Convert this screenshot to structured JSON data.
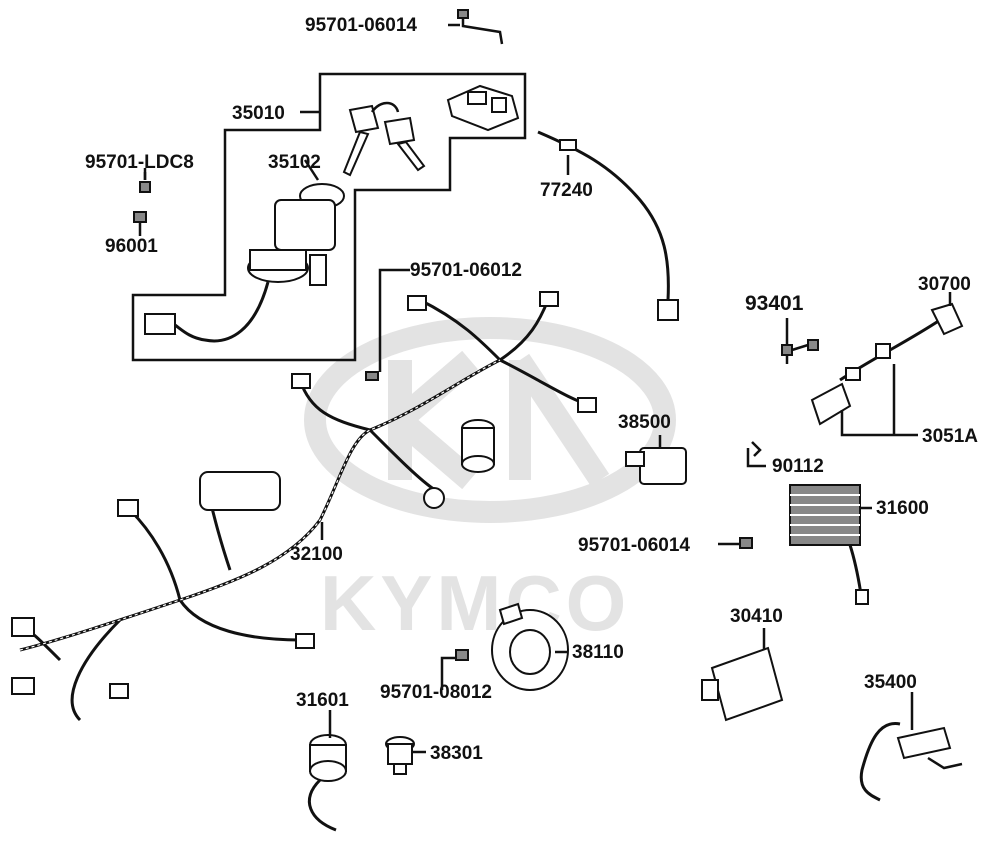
{
  "watermark": {
    "brand": "KYMCO"
  },
  "parts": [
    {
      "id": "p-95701-06014-top",
      "number": "95701-06014"
    },
    {
      "id": "p-35010",
      "number": "35010"
    },
    {
      "id": "p-95701-ldc8",
      "number": "95701-LDC8"
    },
    {
      "id": "p-35102",
      "number": "35102"
    },
    {
      "id": "p-96001",
      "number": "96001"
    },
    {
      "id": "p-77240",
      "number": "77240"
    },
    {
      "id": "p-95701-06012",
      "number": "95701-06012"
    },
    {
      "id": "p-93401",
      "number": "93401"
    },
    {
      "id": "p-30700",
      "number": "30700"
    },
    {
      "id": "p-38500",
      "number": "38500"
    },
    {
      "id": "p-3051a",
      "number": "3051A"
    },
    {
      "id": "p-90112",
      "number": "90112"
    },
    {
      "id": "p-31600",
      "number": "31600"
    },
    {
      "id": "p-32100",
      "number": "32100"
    },
    {
      "id": "p-95701-06014-mid",
      "number": "95701-06014"
    },
    {
      "id": "p-30410",
      "number": "30410"
    },
    {
      "id": "p-38110",
      "number": "38110"
    },
    {
      "id": "p-35400",
      "number": "35400"
    },
    {
      "id": "p-31601",
      "number": "31601"
    },
    {
      "id": "p-95701-08012",
      "number": "95701-08012"
    },
    {
      "id": "p-38301",
      "number": "38301"
    }
  ]
}
